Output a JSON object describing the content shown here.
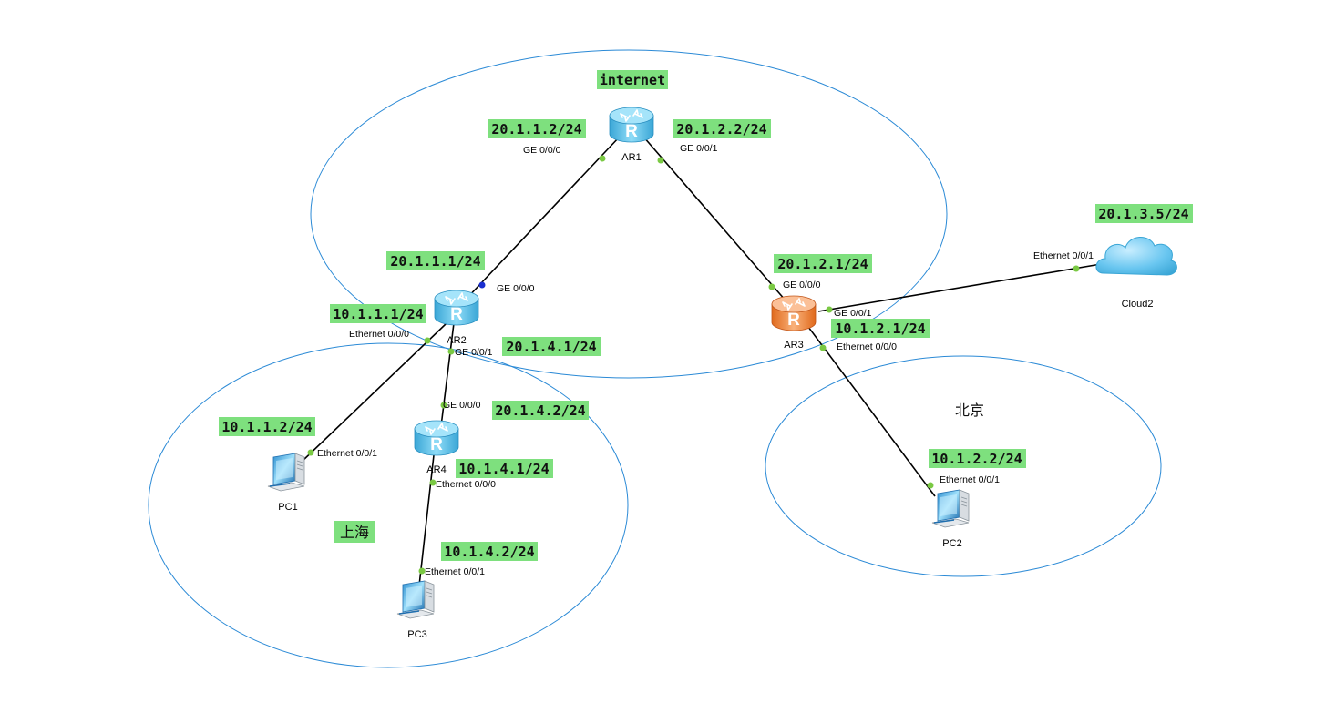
{
  "colors": {
    "zone_stroke": "#2b8ad6",
    "link": "#000000",
    "port_dot": "#7ac943",
    "port_dot_active": "#1a2fd0",
    "label_bg": "#7ee07e",
    "router_blue": "#5bc2ec",
    "router_orange": "#f08a3a",
    "cloud": "#69c6f0"
  },
  "zones": {
    "internet": "internet",
    "shanghai": "上海",
    "beijing": "北京"
  },
  "devices": {
    "ar1": {
      "name": "AR1",
      "icon": "router-icon"
    },
    "ar2": {
      "name": "AR2",
      "icon": "router-icon"
    },
    "ar3": {
      "name": "AR3",
      "icon": "router-icon"
    },
    "ar4": {
      "name": "AR4",
      "icon": "router-icon"
    },
    "pc1": {
      "name": "PC1",
      "icon": "pc-icon"
    },
    "pc2": {
      "name": "PC2",
      "icon": "pc-icon"
    },
    "pc3": {
      "name": "PC3",
      "icon": "pc-icon"
    },
    "cloud2": {
      "name": "Cloud2",
      "icon": "cloud-icon"
    }
  },
  "ip_labels": {
    "ar1_g0": "20.1.1.2/24",
    "ar1_g1": "20.1.2.2/24",
    "ar2_g0": "20.1.1.1/24",
    "ar2_e0": "10.1.1.1/24",
    "ar2_g1": "20.1.4.1/24",
    "ar3_g0": "20.1.2.1/24",
    "ar3_e0": "10.1.2.1/24",
    "cloud2": "20.1.3.5/24",
    "ar4_g0": "20.1.4.2/24",
    "ar4_e0": "10.1.4.1/24",
    "pc1": "10.1.1.2/24",
    "pc3": "10.1.4.2/24",
    "pc2": "10.1.2.2/24"
  },
  "interfaces": {
    "ar1_g0": "GE 0/0/0",
    "ar1_g1": "GE 0/0/1",
    "ar2_g0": "GE 0/0/0",
    "ar2_e0": "Ethernet 0/0/0",
    "ar2_g1": "GE 0/0/1",
    "ar3_g0": "GE 0/0/0",
    "ar3_g1": "GE 0/0/1",
    "ar3_e0": "Ethernet 0/0/0",
    "cloud2_e1": "Ethernet 0/0/1",
    "ar4_g0": "GE 0/0/0",
    "ar4_e0": "Ethernet 0/0/0",
    "pc1_e1": "Ethernet 0/0/1",
    "pc3_e1": "Ethernet 0/0/1",
    "pc2_e1": "Ethernet 0/0/1"
  }
}
